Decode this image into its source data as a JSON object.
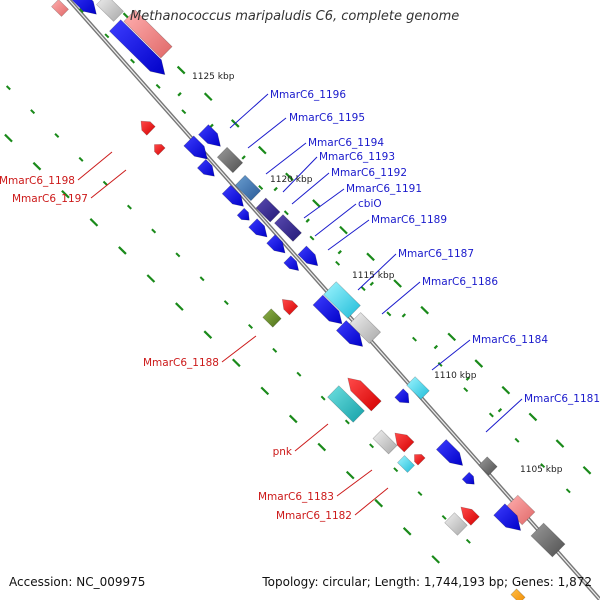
{
  "title": "Methanococcus maripaludis C6, complete genome",
  "footer": {
    "accession": "Accession: NC_009975",
    "meta": "Topology: circular; Length: 1,744,193 bp; Genes: 1,872"
  },
  "scale_labels": [
    "1125 kbp",
    "1120 kbp",
    "1115 kbp",
    "1110 kbp",
    "1105 kbp"
  ],
  "genes_forward": [
    "MmarC6_1196",
    "MmarC6_1195",
    "MmarC6_1194",
    "MmarC6_1193",
    "MmarC6_1192",
    "MmarC6_1191",
    "cbiO",
    "MmarC6_1189",
    "MmarC6_1187",
    "MmarC6_1186",
    "MmarC6_1184",
    "MmarC6_1181"
  ],
  "genes_reverse": [
    "MmarC6_1198",
    "MmarC6_1197",
    "MmarC6_1188",
    "pnk",
    "MmarC6_1183",
    "MmarC6_1182"
  ],
  "colors": {
    "forward_label": "#1a1acc",
    "reverse_label": "#cc1a1a",
    "backbone": "#888888",
    "tick": "#1a8a1a"
  }
}
